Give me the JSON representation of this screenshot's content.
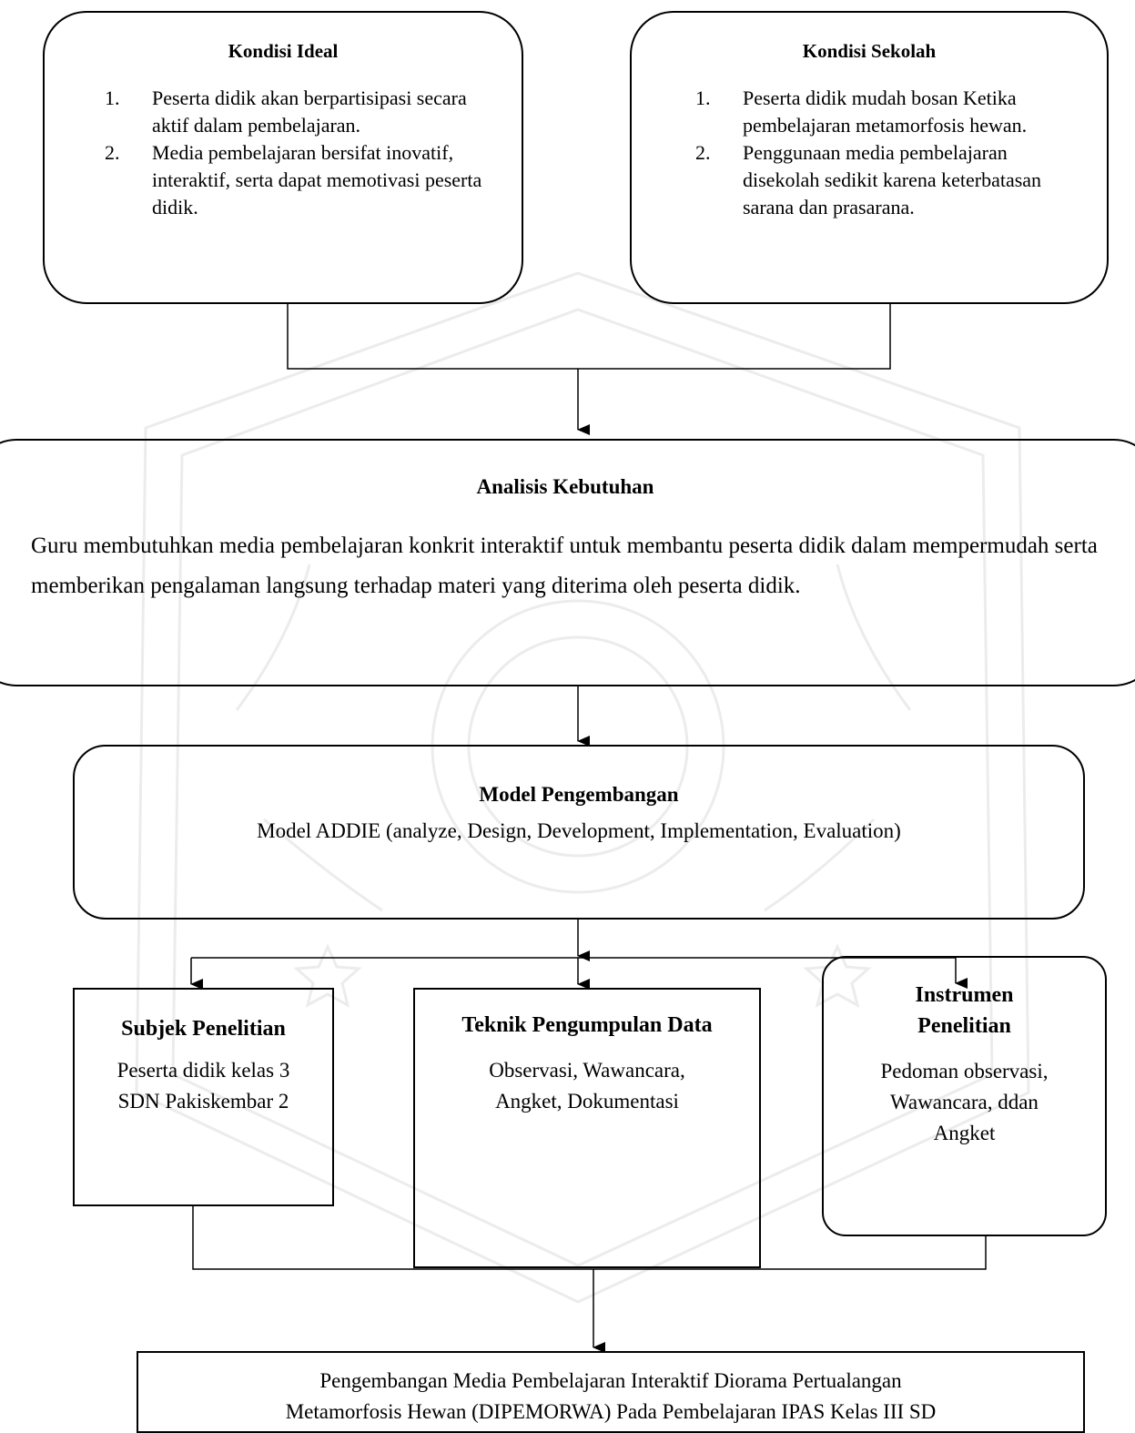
{
  "kondisi_ideal": {
    "title": "Kondisi Ideal",
    "items": [
      {
        "num": "1.",
        "text": "Peserta didik akan berpartisipasi secara aktif dalam pembelajaran."
      },
      {
        "num": "2.",
        "text": "Media pembelajaran bersifat inovatif, interaktif, serta dapat memotivasi peserta didik."
      }
    ]
  },
  "kondisi_sekolah": {
    "title": "Kondisi Sekolah",
    "items": [
      {
        "num": "1.",
        "text": "Peserta didik mudah bosan Ketika pembelajaran metamorfosis hewan."
      },
      {
        "num": "2.",
        "text": "Penggunaan media pembelajaran disekolah sedikit karena keterbatasan sarana dan prasarana."
      }
    ]
  },
  "analisis": {
    "title": "Analisis Kebutuhan",
    "text": "Guru membutuhkan media pembelajaran konkrit interaktif untuk membantu peserta didik dalam mempermudah serta memberikan pengalaman langsung terhadap materi yang diterima oleh peserta didik."
  },
  "model": {
    "title": "Model Pengembangan",
    "text": "Model ADDIE (analyze, Design, Development, Implementation, Evaluation)"
  },
  "subjek": {
    "title": "Subjek Penelitian",
    "line1": "Peserta didik kelas 3",
    "line2": "SDN Pakiskembar 2"
  },
  "teknik": {
    "title": "Teknik Pengumpulan Data",
    "line1": "Observasi, Wawancara,",
    "line2": "Angket, Dokumentasi"
  },
  "instrumen": {
    "title_line1": "Instrumen",
    "title_line2": "Penelitian",
    "line1": "Pedoman observasi,",
    "line2": "Wawancara, ddan",
    "line3": "Angket"
  },
  "hasil": {
    "line1": "Pengembangan Media Pembelajaran Interaktif Diorama Pertualangan",
    "line2": "Metamorfosis Hewan (DIPEMORWA) Pada Pembelajaran IPAS Kelas III SD"
  }
}
